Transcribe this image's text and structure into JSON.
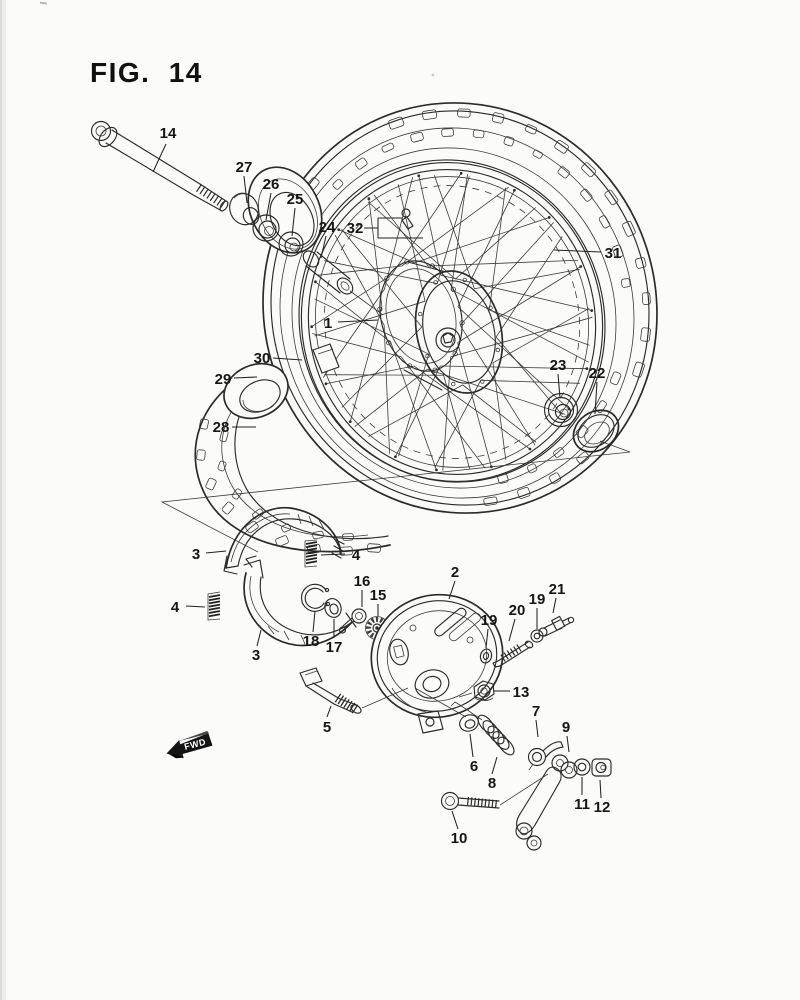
{
  "figure": {
    "title": "FIG. 14",
    "fwd_label": "FWD"
  },
  "colors": {
    "ink": "#2b2b2b",
    "paper": "#fbfbf9",
    "fwd_arrow": "#141414"
  },
  "callouts": [
    {
      "id": "14"
    },
    {
      "id": "27"
    },
    {
      "id": "26"
    },
    {
      "id": "25"
    },
    {
      "id": "24"
    },
    {
      "id": "32"
    },
    {
      "id": "31"
    },
    {
      "id": "1"
    },
    {
      "id": "30"
    },
    {
      "id": "29"
    },
    {
      "id": "28"
    },
    {
      "id": "23"
    },
    {
      "id": "22"
    },
    {
      "id": "3"
    },
    {
      "id": "4"
    },
    {
      "id": "4"
    },
    {
      "id": "3"
    },
    {
      "id": "18"
    },
    {
      "id": "17"
    },
    {
      "id": "16"
    },
    {
      "id": "15"
    },
    {
      "id": "2"
    },
    {
      "id": "19"
    },
    {
      "id": "20"
    },
    {
      "id": "19"
    },
    {
      "id": "21"
    },
    {
      "id": "13"
    },
    {
      "id": "5"
    },
    {
      "id": "6"
    },
    {
      "id": "8"
    },
    {
      "id": "7"
    },
    {
      "id": "9"
    },
    {
      "id": "10"
    },
    {
      "id": "11"
    },
    {
      "id": "12"
    }
  ]
}
